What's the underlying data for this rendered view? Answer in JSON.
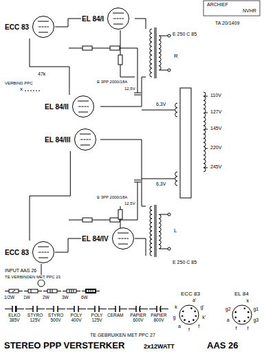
{
  "diagram": {
    "title": "STEREO PPP VERSTERKER",
    "nodes": [
      {
        "text": [
          "ECC 83"
        ]
      },
      {
        "text": [
          "EL 84/I"
        ]
      },
      {
        "text": [
          "EL 84/II"
        ]
      },
      {
        "text": [
          "EL 84/III"
        ]
      },
      {
        "text": [
          "EL 84/IV"
        ]
      },
      {
        "text": [
          "ECC 83"
        ]
      }
    ],
    "edges": [
      {
        "from": 0,
        "to": 1,
        "arrow": "none"
      },
      {
        "from": 0,
        "to": 2,
        "arrow": "none"
      },
      {
        "from": 5,
        "to": 3,
        "arrow": "none"
      },
      {
        "from": 5,
        "to": 4,
        "arrow": "none"
      }
    ],
    "labels": [
      "ARCHIEF",
      "NVHR",
      "TA 20/1409",
      "E 250 C 85",
      "R",
      "47k",
      "VERBIND PPC",
      "x",
      "E 3PP 2000/18A",
      "12,5V",
      "6,3V",
      "110V",
      "127V",
      "145V",
      "220V",
      "245V",
      "6,3V",
      "E 3PP 2000/18A",
      "12,5V",
      "E 250 C 85",
      "L",
      "INPUT AAS 26",
      "TE VERBINDEN MET PPC 23",
      "TE GEBRUIKEN MET PPC 27",
      "ECC 83",
      "EL 84",
      "a'",
      "g'",
      "k'",
      "f",
      "f",
      "a",
      "g",
      "k",
      "k",
      "g1",
      "g3",
      "f",
      "f",
      "a",
      "g2",
      "2x12WATT",
      "AAS 26"
    ],
    "legend": [
      {
        "text": "1/2W"
      },
      {
        "text": "1W"
      },
      {
        "text": "2W"
      },
      {
        "text": "3W"
      },
      {
        "text": "6W"
      },
      {
        "text": "ELKO 385V"
      },
      {
        "text": "STYRO 125V"
      },
      {
        "text": "STYRO 500V"
      },
      {
        "text": "POLY 400V"
      },
      {
        "text": "POLY 125V"
      },
      {
        "text": "CERAM"
      },
      {
        "text": "PAPIER 600V"
      },
      {
        "text": "PAPIER 800V"
      }
    ]
  }
}
